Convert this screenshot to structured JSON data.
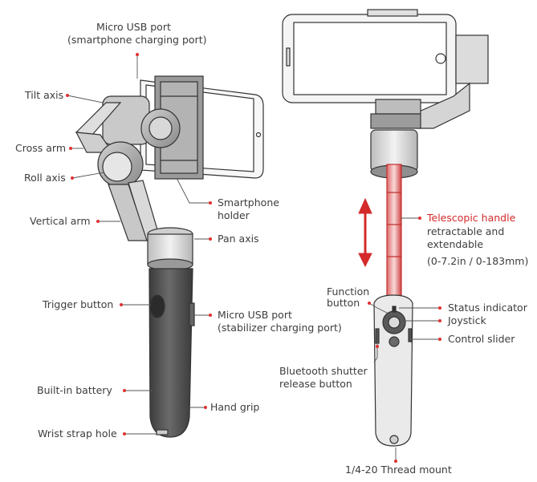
{
  "colors": {
    "accent": "#d42a2a",
    "line": "#444444",
    "body_dark": "#4a4a4a",
    "body_light": "#d9d9d9"
  },
  "labels": {
    "micro_usb_top_1": "Micro USB port",
    "micro_usb_top_2": "(smartphone charging port)",
    "tilt_axis": "Tilt axis",
    "cross_arm": "Cross arm",
    "roll_axis": "Roll axis",
    "vertical_arm": "Vertical arm",
    "trigger_button": "Trigger button",
    "built_in_battery": "Built-in battery",
    "wrist_strap_hole": "Wrist strap hole",
    "smartphone_holder_1": "Smartphone",
    "smartphone_holder_2": "holder",
    "pan_axis": "Pan axis",
    "micro_usb_side_1": "Micro USB port",
    "micro_usb_side_2": "(stabilizer charging port)",
    "hand_grip": "Hand grip",
    "telescopic_handle": "Telescopic handle",
    "retractable_1": "retractable and",
    "retractable_2": "extendable",
    "range": "(0-7.2in / 0-183mm)",
    "function_button_1": "Function",
    "function_button_2": "button",
    "status_indicator": "Status indicator",
    "joystick": "Joystick",
    "control_slider": "Control slider",
    "bt_shutter_1": "Bluetooth shutter",
    "bt_shutter_2": "release button",
    "thread_mount": "1/4-20 Thread mount"
  }
}
